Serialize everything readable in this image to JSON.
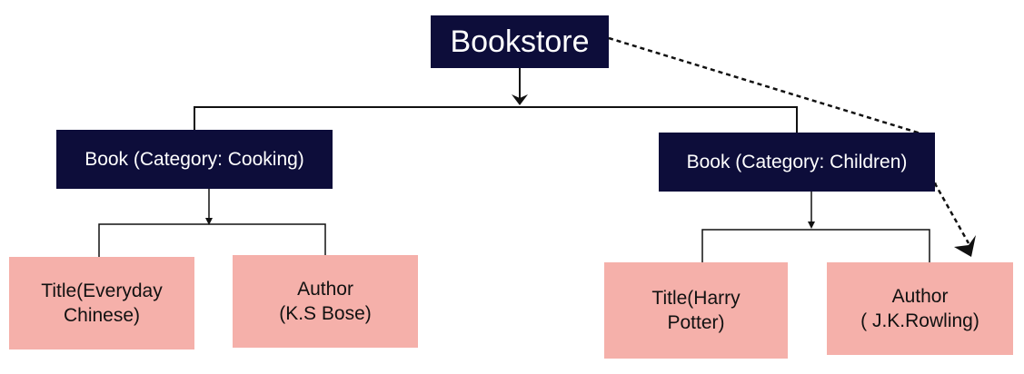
{
  "root": {
    "label": "Bookstore"
  },
  "categories": [
    {
      "label": "Book (Category: Cooking)",
      "children": [
        {
          "lines": [
            "Title(Everyday",
            "Chinese)"
          ]
        },
        {
          "lines": [
            "Author",
            "(K.S Bose)"
          ]
        }
      ]
    },
    {
      "label": "Book (Category: Children)",
      "children": [
        {
          "lines": [
            "Title(Harry",
            "Potter)"
          ]
        },
        {
          "lines": [
            "Author",
            "( J.K.Rowling)"
          ]
        }
      ]
    }
  ],
  "colors": {
    "dark_node": "#0d0d3a",
    "leaf_node": "#f5b0aa",
    "connector": "#111111"
  }
}
